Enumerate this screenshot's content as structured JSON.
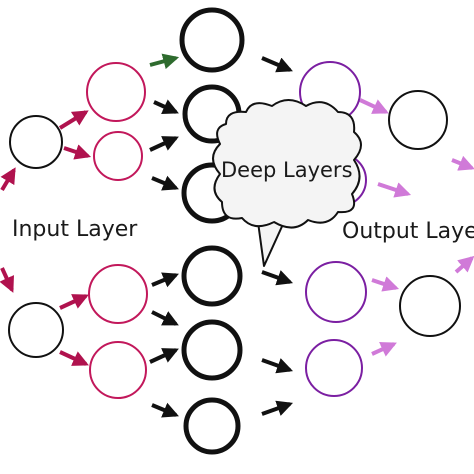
{
  "diagram": {
    "labels": {
      "input": "Input Layer",
      "deep": "Deep Layers",
      "output": "Output Layer"
    },
    "colors": {
      "input_nodes": "#111111",
      "hidden1_nodes": "#c2185b",
      "deep_nodes": "#111111",
      "output_nodes": "#7b1fa2",
      "final_nodes": "#111111",
      "arrow_input": "#b0124e",
      "arrow_hidden": "#111111",
      "arrow_first": "#2e6b2e",
      "arrow_output": "#d07ad8",
      "node_fill": "#ffffff",
      "cloud_fill": "#f4f4f4",
      "cloud_stroke": "#111111"
    }
  }
}
